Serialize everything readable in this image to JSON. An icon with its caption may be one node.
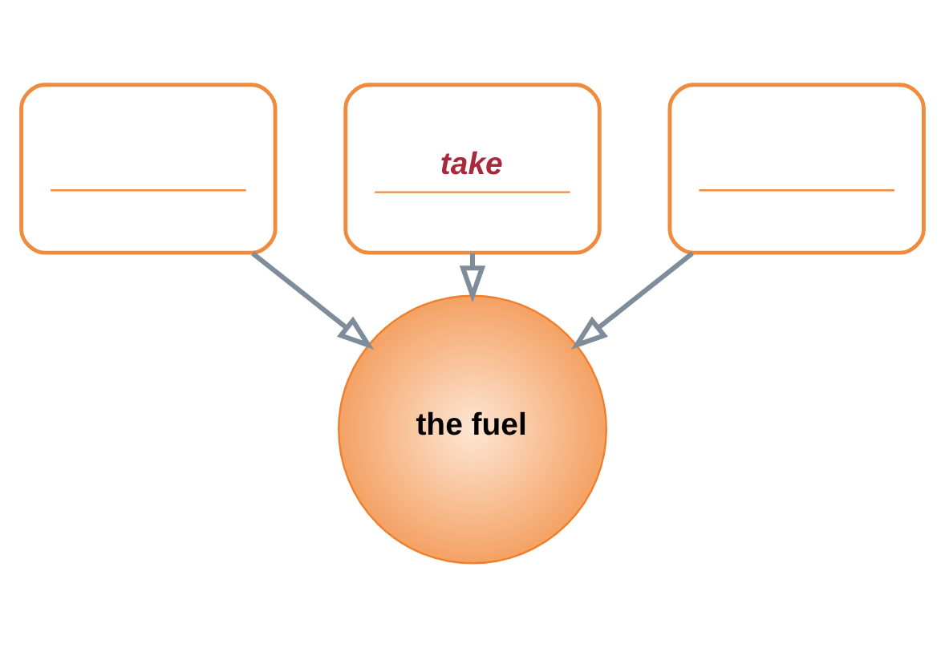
{
  "diagram": {
    "nodes": [
      {
        "text": [
          "take"
        ]
      },
      {
        "text": [],
        "shape": "box"
      },
      {
        "text": [],
        "shape": "box"
      },
      {
        "text": [
          "the fuel"
        ]
      }
    ],
    "edges": [
      {
        "from": 0,
        "to": 3,
        "arrow": "to"
      },
      {
        "from": 1,
        "to": 3,
        "arrow": "to"
      },
      {
        "from": 2,
        "to": 3,
        "arrow": "to"
      }
    ]
  }
}
